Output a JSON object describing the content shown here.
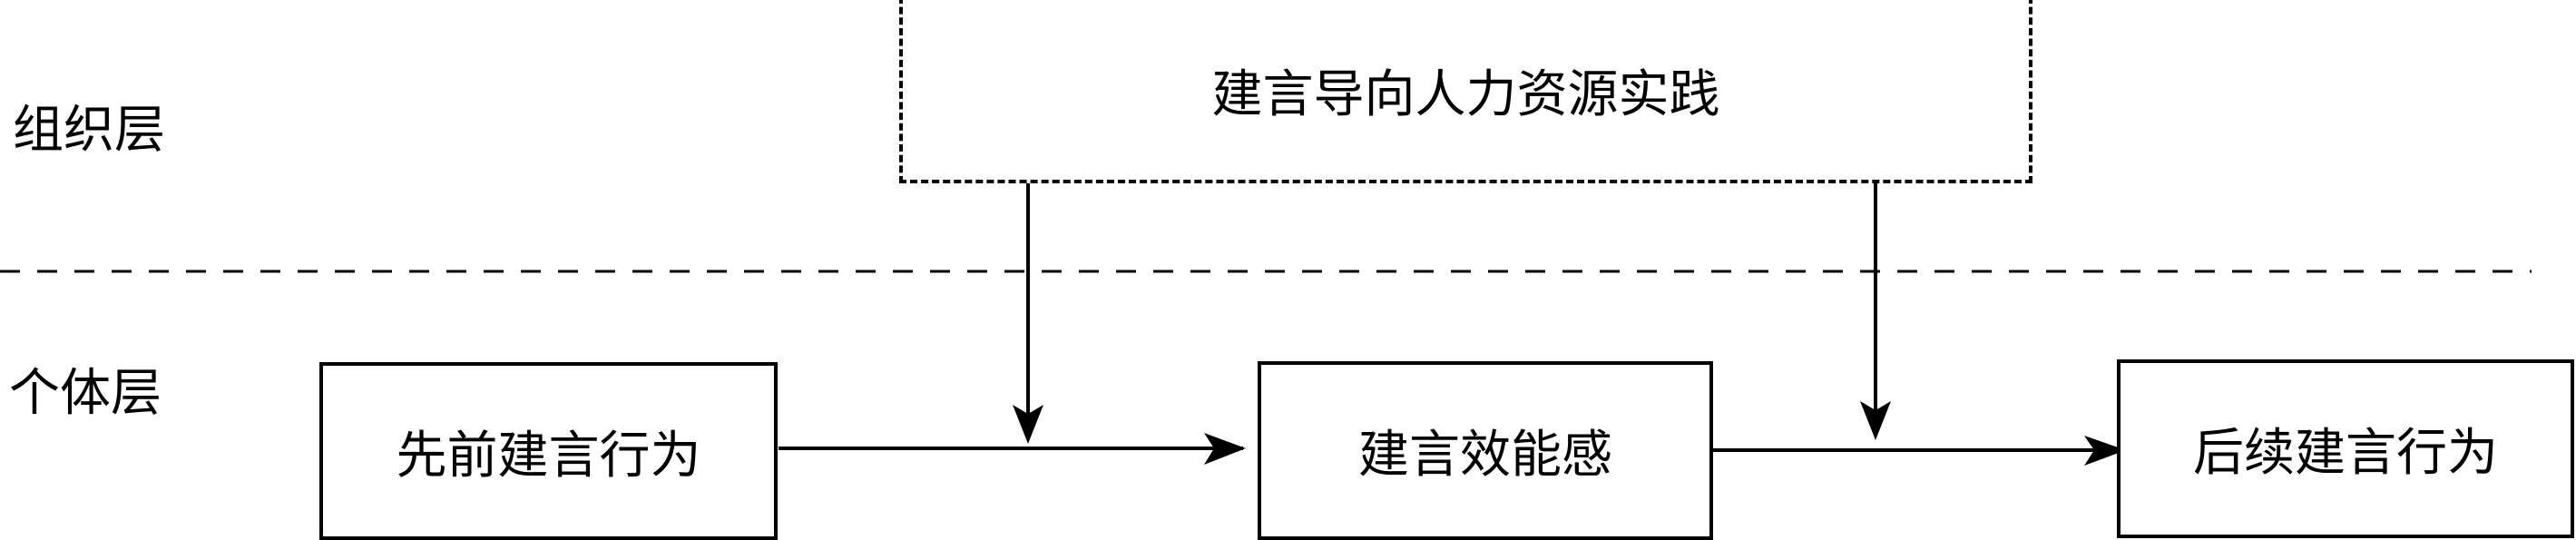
{
  "diagram": {
    "layers": {
      "organization": "组织层",
      "individual": "个体层"
    },
    "nodes": {
      "moderator": "建言导向人力资源实践",
      "prior_voice": "先前建言行为",
      "voice_efficacy": "建言效能感",
      "subsequent_voice": "后续建言行为"
    },
    "edges": [
      {
        "from": "prior_voice",
        "to": "voice_efficacy",
        "type": "direct"
      },
      {
        "from": "voice_efficacy",
        "to": "subsequent_voice",
        "type": "direct"
      },
      {
        "from": "moderator",
        "to": "prior_voice->voice_efficacy",
        "type": "moderation"
      },
      {
        "from": "moderator",
        "to": "voice_efficacy->subsequent_voice",
        "type": "moderation"
      }
    ],
    "colors": {
      "stroke": "#000000",
      "background": "#ffffff"
    }
  }
}
